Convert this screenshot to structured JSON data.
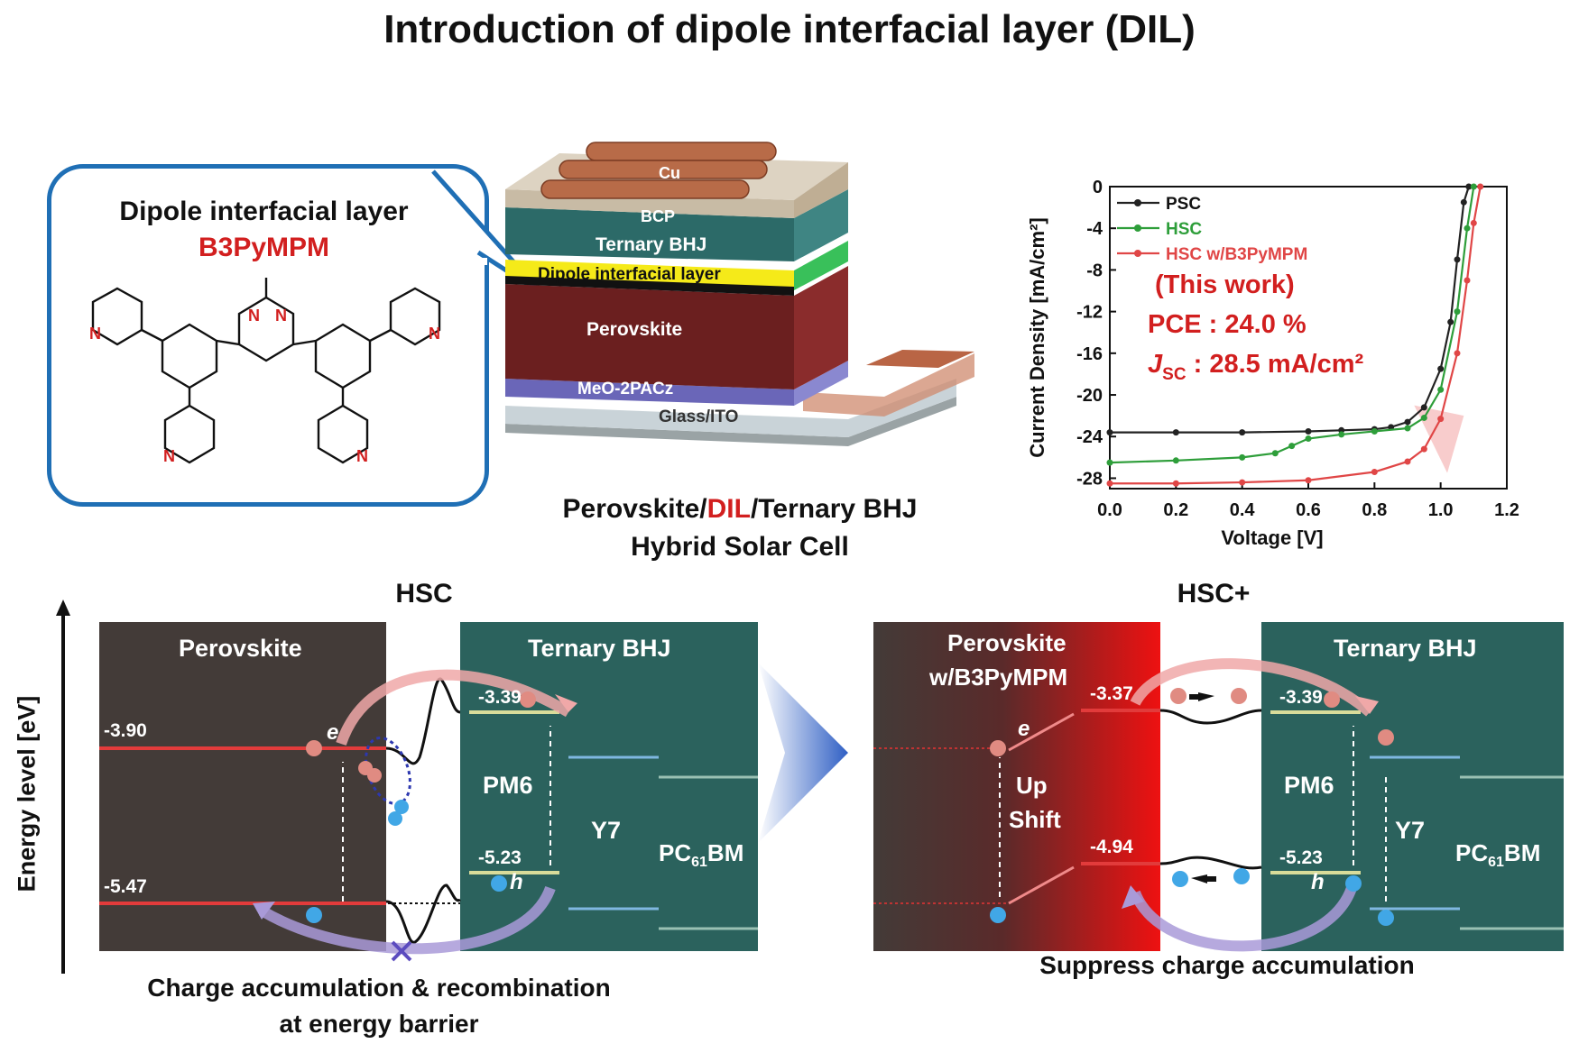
{
  "title": "Introduction of dipole interfacial layer (DIL)",
  "molecule": {
    "heading": "Dipole interfacial layer",
    "name": "B3PyMPM",
    "atom_label": "N"
  },
  "device": {
    "layers": [
      "Cu",
      "BCP",
      "Ternary BHJ",
      "Dipole interfacial layer",
      "Perovskite",
      "MeO-2PACz",
      "Glass/ITO"
    ],
    "caption_prefix": "Perovskite/",
    "caption_dil": "DIL",
    "caption_suffix": "/Ternary BHJ",
    "caption_line2": "Hybrid Solar Cell"
  },
  "chart_data": {
    "type": "line",
    "xlabel": "Voltage [V]",
    "ylabel": "Current Density [mA/cm²]",
    "xlim": [
      0.0,
      1.2
    ],
    "ylim": [
      -29,
      0
    ],
    "xticks": [
      "0.0",
      "0.2",
      "0.4",
      "0.6",
      "0.8",
      "1.0",
      "1.2"
    ],
    "yticks": [
      "0",
      "-4",
      "-8",
      "-12",
      "-16",
      "-20",
      "-24",
      "-28"
    ],
    "legend_position": "top-left",
    "series": [
      {
        "name": "PSC",
        "color": "#222222",
        "x": [
          0.0,
          0.2,
          0.4,
          0.6,
          0.7,
          0.8,
          0.85,
          0.9,
          0.95,
          1.0,
          1.03,
          1.05,
          1.07,
          1.085
        ],
        "y": [
          -23.6,
          -23.6,
          -23.6,
          -23.5,
          -23.4,
          -23.3,
          -23.1,
          -22.6,
          -21.2,
          -17.5,
          -13.0,
          -7.0,
          -1.5,
          0.0
        ]
      },
      {
        "name": "HSC",
        "color": "#2e9e3a",
        "x": [
          0.0,
          0.2,
          0.4,
          0.5,
          0.55,
          0.6,
          0.7,
          0.8,
          0.9,
          0.95,
          1.0,
          1.05,
          1.08,
          1.1
        ],
        "y": [
          -26.5,
          -26.3,
          -26.0,
          -25.6,
          -24.9,
          -24.2,
          -23.8,
          -23.5,
          -23.2,
          -22.2,
          -19.5,
          -12.0,
          -4.0,
          0.0
        ]
      },
      {
        "name": "HSC w/B3PyMPM",
        "color": "#e04646",
        "x": [
          0.0,
          0.2,
          0.4,
          0.6,
          0.8,
          0.9,
          0.95,
          1.0,
          1.05,
          1.08,
          1.1,
          1.12
        ],
        "y": [
          -28.5,
          -28.5,
          -28.4,
          -28.2,
          -27.4,
          -26.4,
          -25.2,
          -22.3,
          -16.0,
          -9.0,
          -3.5,
          0.0
        ]
      }
    ],
    "annotations": {
      "line1": "(This work)",
      "line2": "PCE : 24.0 %",
      "line3_symbol": "J",
      "line3_sub": "SC",
      "line3_rest": " : 28.5 mA/cm²"
    }
  },
  "energy": {
    "axis_label": "Energy level [eV]",
    "hsc": {
      "title": "HSC",
      "perovskite": "Perovskite",
      "bhj": "Ternary  BHJ",
      "cb": "-3.90",
      "vb": "-5.47",
      "pm6_lumo": "-3.39",
      "pm6_homo": "-5.23",
      "pm6": "PM6",
      "y7": "Y7",
      "pcbm_main": "PC",
      "pcbm_sub": "61",
      "pcbm_rest": "BM",
      "electron": "e",
      "hole": "h",
      "caption_1": "Charge accumulation  & recombination",
      "caption_2": "at energy barrier"
    },
    "hsc_plus": {
      "title": "HSC+",
      "perovskite_1": "Perovskite",
      "perovskite_2": "w/B3PyMPM",
      "bhj": "Ternary  BHJ",
      "cb": "-3.37",
      "vb": "-4.94",
      "pm6_lumo": "-3.39",
      "pm6_homo": "-5.23",
      "pm6": "PM6",
      "y7": "Y7",
      "pcbm_main": "PC",
      "pcbm_sub": "61",
      "pcbm_rest": "BM",
      "up": "Up",
      "shift": "Shift",
      "electron": "e",
      "hole": "h",
      "caption": "Suppress  charge accumulation"
    }
  }
}
